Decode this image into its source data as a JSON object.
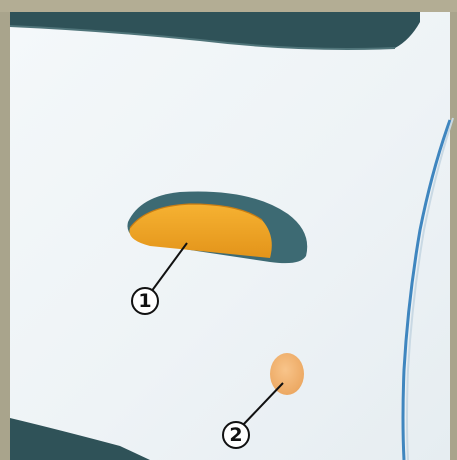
{
  "callouts": [
    {
      "label": "1",
      "target": "door-handle"
    },
    {
      "label": "2",
      "target": "fuel-flap-lock"
    }
  ],
  "colors": {
    "frame": "#a9a48c",
    "door_panel": "#eef3f6",
    "window_rubber": "#2f5258",
    "handle_recess": "#3d6a73",
    "handle": "#f0a41c",
    "fuel_lock": "#f3b77a",
    "body_line": "#3f86bf",
    "leader_line": "#111111"
  }
}
